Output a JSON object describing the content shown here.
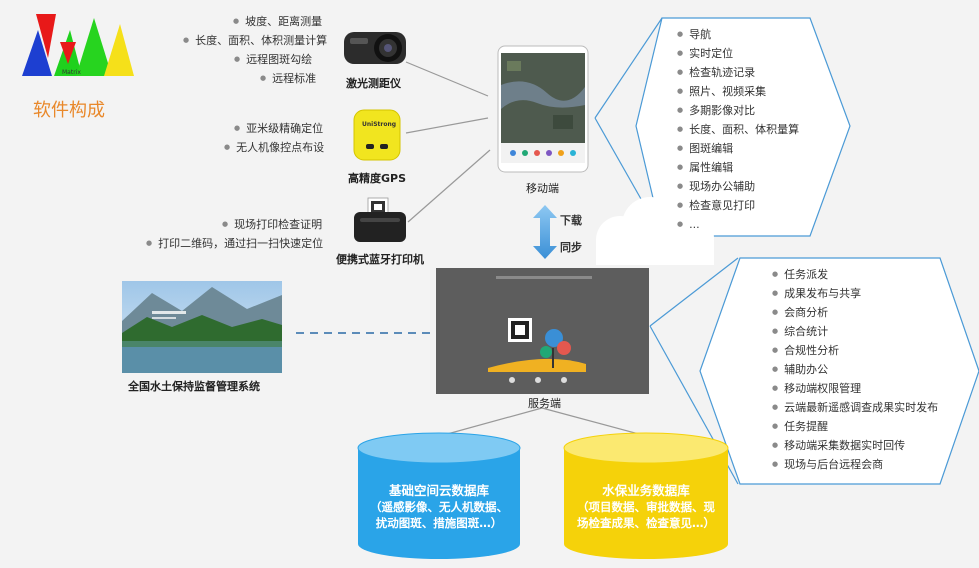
{
  "header": {
    "logo_text": "Matrix",
    "title": "软件构成"
  },
  "devices": {
    "laser": {
      "label": "激光测距仪",
      "bullets": [
        "坡度、距离测量",
        "长度、面积、体积测量计算",
        "远程图斑勾绘",
        "远程标准"
      ]
    },
    "gps": {
      "label": "高精度GPS",
      "brand": "UniStrong",
      "bullets": [
        "亚米级精确定位",
        "无人机像控点布设"
      ]
    },
    "printer": {
      "label": "便携式蓝牙打印机",
      "bullets": [
        "现场打印检查证明",
        "打印二维码，通过扫一扫快速定位"
      ]
    }
  },
  "mobile": {
    "label": "移动端",
    "features": [
      "导航",
      "实时定位",
      "检查轨迹记录",
      "照片、视频采集",
      "多期影像对比",
      "长度、面积、体积量算",
      "图斑编辑",
      "属性编辑",
      "现场办公辅助",
      "检查意见打印",
      "..."
    ]
  },
  "sync": {
    "download": "下载",
    "sync": "同步"
  },
  "server": {
    "label": "服务端",
    "features": [
      "任务派发",
      "成果发布与共享",
      "会商分析",
      "综合统计",
      "合规性分析",
      "辅助办公",
      "移动端权限管理",
      "云端最新遥感调查成果实时发布",
      "任务提醒",
      "移动端采集数据实时回传",
      "现场与后台远程会商"
    ]
  },
  "national_system": {
    "label": "全国水土保持监督管理系统"
  },
  "databases": [
    {
      "title": "基础空间云数据库",
      "lines": [
        "（遥感影像、无人机数据、",
        "扰动图斑、措施图斑…）"
      ],
      "color": "#2aa4e8"
    },
    {
      "title": "水保业务数据库",
      "lines": [
        "（项目数据、审批数据、现",
        "场检查成果、检查意见…）"
      ],
      "color": "#f5d20a"
    }
  ]
}
